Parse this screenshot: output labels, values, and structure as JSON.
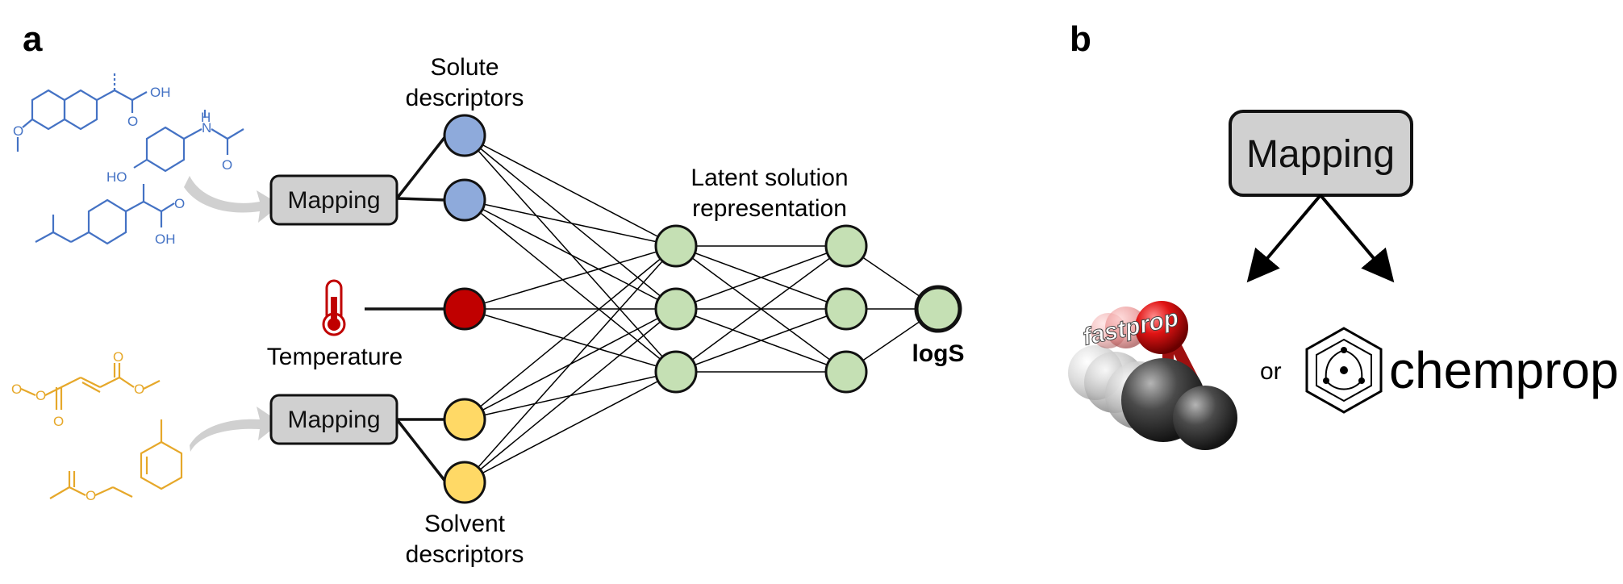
{
  "panels": {
    "a": "a",
    "b": "b"
  },
  "labels": {
    "solute": [
      "Solute",
      "descriptors"
    ],
    "solvent": [
      "Solvent",
      "descriptors"
    ],
    "latent": [
      "Latent solution",
      "representation"
    ],
    "temperature": "Temperature",
    "output": "logS"
  },
  "mapping": {
    "top": "Mapping",
    "bottom": "Mapping",
    "b": "Mapping"
  },
  "panel_b": {
    "or": "or",
    "fastprop": "fastprop",
    "chemprop": "chemprop"
  },
  "molecules": {
    "solute_atoms": [
      "OH",
      "O",
      "O",
      "H",
      "N",
      "HO",
      "O",
      "O",
      "OH"
    ],
    "solvent_atoms": [
      "O",
      "O",
      "O",
      "O",
      "O",
      "O"
    ]
  },
  "colors": {
    "solute": "#8eaadb",
    "temperature": "#c00000",
    "solvent": "#ffd966",
    "hidden": "#c5e0b4",
    "solute_molecules": "#4472c4",
    "solvent_molecules": "#e6a82a",
    "mapping_fill": "#d0d0d0"
  },
  "network": {
    "layers": [
      {
        "role": "input",
        "nodes": [
          "solute",
          "solute",
          "temperature",
          "solvent",
          "solvent"
        ]
      },
      {
        "role": "hidden",
        "nodes": [
          "hidden",
          "hidden",
          "hidden"
        ]
      },
      {
        "role": "hidden",
        "nodes": [
          "hidden",
          "hidden",
          "hidden"
        ]
      },
      {
        "role": "output",
        "nodes": [
          "hidden"
        ]
      }
    ]
  }
}
